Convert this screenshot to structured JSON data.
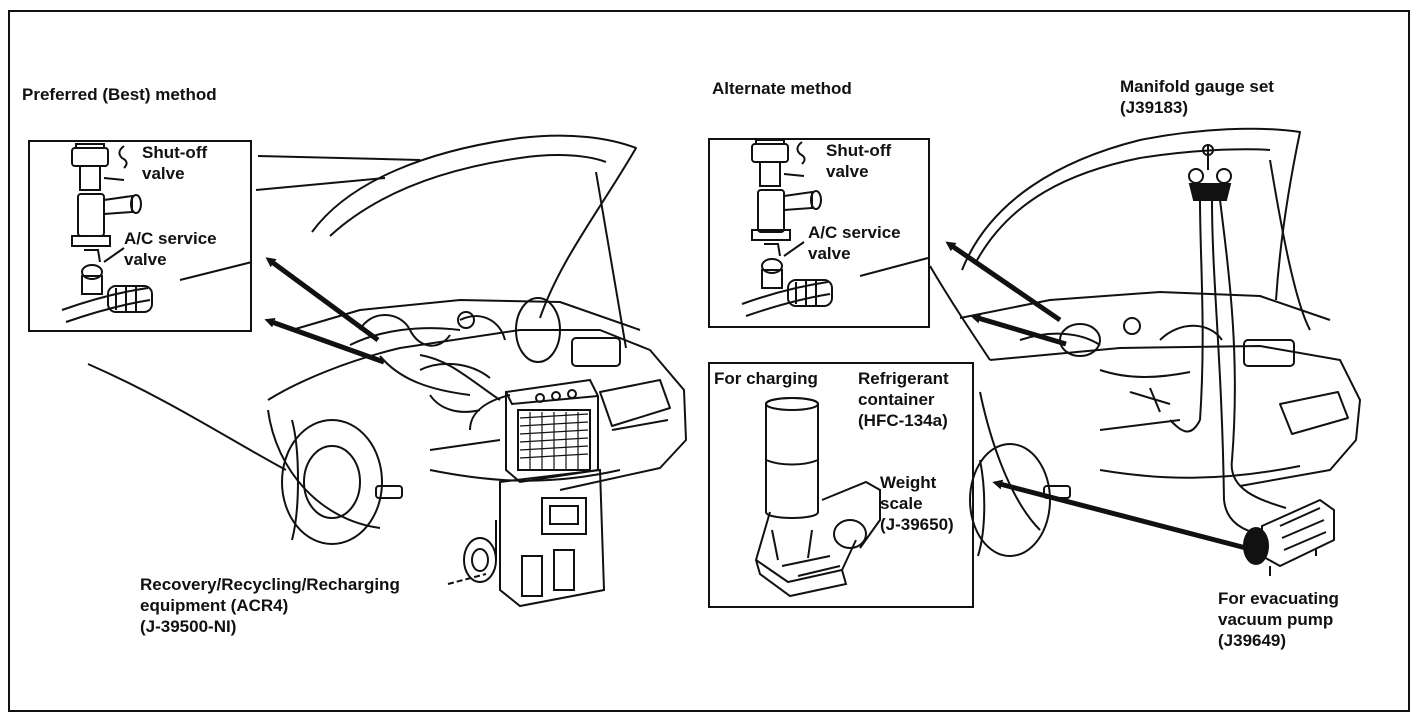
{
  "left_panel": {
    "heading": "Preferred (Best) method",
    "shutoff_label": "Shut-off\nvalve",
    "service_label": "A/C service\nvalve",
    "equipment_label": "Recovery/Recycling/Recharging\nequipment (ACR4)\n(J-39500-NI)"
  },
  "right_panel": {
    "heading": "Alternate method",
    "manifold_label": "Manifold gauge set\n(J39183)",
    "shutoff_label": "Shut-off\nvalve",
    "service_label": "A/C service\nvalve",
    "charging_label": "For charging",
    "refrigerant_label": "Refrigerant\ncontainer\n(HFC-134a)",
    "scale_label": "Weight\nscale\n(J-39650)",
    "pump_label": "For evacuating\nvacuum pump\n(J39649)"
  }
}
